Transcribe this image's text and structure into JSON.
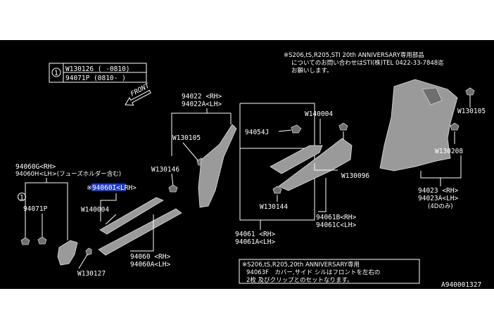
{
  "diagram_id": "A940001327",
  "notes": {
    "top_right": [
      "※S206,tS,R205,STI 20th ANNIVERSARY専用部品",
      "についてのお問い合わせはSTI(株)TEL 0422-33-7848迄",
      "お願いします。"
    ],
    "bottom": [
      "※S206,tS,R205,20th ANNIVERSARY専用",
      "94063F　カバー,サイド シルはフロントを左右の",
      "2枚 及びクリップとのセットなります。"
    ]
  },
  "legend_box": {
    "number": "1",
    "rows": [
      "W130126 (   -0810)",
      "94071P  (0810-   )"
    ]
  },
  "front_label": "FRONT",
  "labels": {
    "p94060G": "94060G<RH>",
    "p94060H": "94060H<LH>(フューズホルダー含む)",
    "p94071P": "94071P",
    "callout1": "1",
    "p94060I": "※94060I<LRH>",
    "w140004_left": "W140004",
    "w130127": "W130127",
    "p94060": "94060 <RH>",
    "p94060A": "94060A<LH>",
    "p94022": "94022 <RH>",
    "p94022A": "94022A<LH>",
    "w130105_left": "W130105",
    "w130146": "W130146",
    "w140004_mid": "W140004",
    "p94054J": "94054J",
    "w130096": "W130096",
    "w130144": "W130144",
    "p94061B": "94061B<RH>",
    "p94061C": "94061C<LH>",
    "p94061": "94061 <RH>",
    "p94061A": "94061A<LH>",
    "w130105_right": "W130105",
    "w130208": "W130208",
    "p94023": "94023 <RH>",
    "p94023A": "94023A<LH>",
    "note_4d": "(4Dのみ)"
  },
  "colors": {
    "background": "#000000",
    "line": "#ffffff",
    "part": "#9a9a9a",
    "highlight": "#1a3bd6"
  }
}
